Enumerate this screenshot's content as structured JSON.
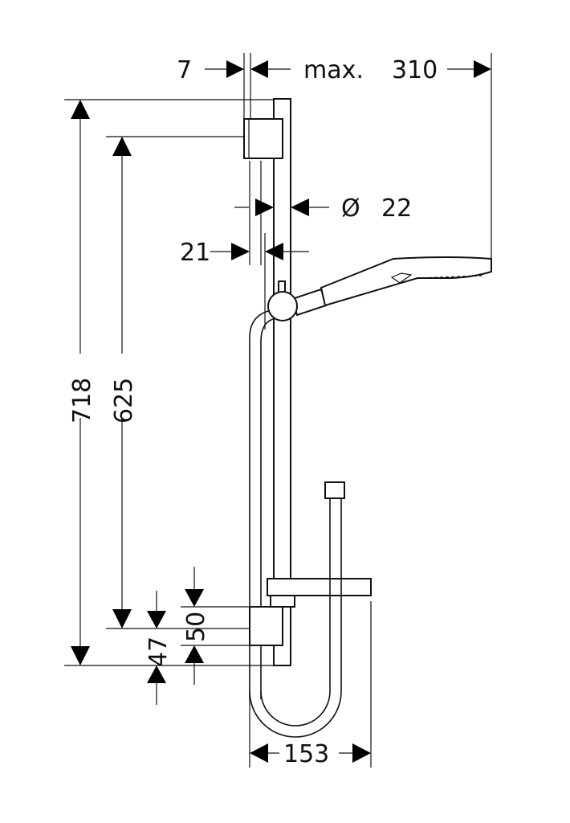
{
  "drawing": {
    "dimensions": {
      "bracket_offset": "7",
      "max_label": "max.",
      "max_reach": "310",
      "diameter_symbol": "Ø",
      "rail_diameter": "22",
      "wall_distance": "21",
      "total_height": "718",
      "bracket_spacing": "625",
      "lower_offset": "47",
      "bracket_height": "50",
      "soap_dish_width": "153"
    }
  }
}
